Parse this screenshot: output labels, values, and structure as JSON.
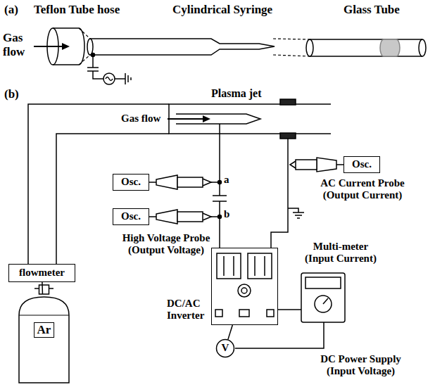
{
  "diagram": {
    "nodes": [
      {
        "text": [
          "flowmeter"
        ]
      },
      {
        "text": [
          "Ar"
        ]
      },
      {
        "text": [
          "Osc."
        ]
      },
      {
        "text": [
          "Osc."
        ]
      },
      {
        "text": [
          "Osc."
        ]
      },
      {
        "text": [
          "DC/AC Inverter"
        ]
      },
      {
        "text": [
          "V"
        ]
      }
    ],
    "edges": [
      {
        "from": 1,
        "to": 0,
        "arrow": "none"
      },
      {
        "from": 6,
        "to": 5,
        "arrow": "none"
      }
    ],
    "labels": [
      "(a)",
      "Teflon Tube hose",
      "Gas flow",
      "Cylindrical Syringe",
      "Glass Tube",
      "(b)",
      "Plasma jet",
      "Gas flow",
      "a",
      "b",
      "AC Current Probe (Output Current)",
      "High Voltage Probe (Output Voltage)",
      "Multi-meter (Input Current)",
      "DC Power Supply (Input Voltage)"
    ]
  }
}
